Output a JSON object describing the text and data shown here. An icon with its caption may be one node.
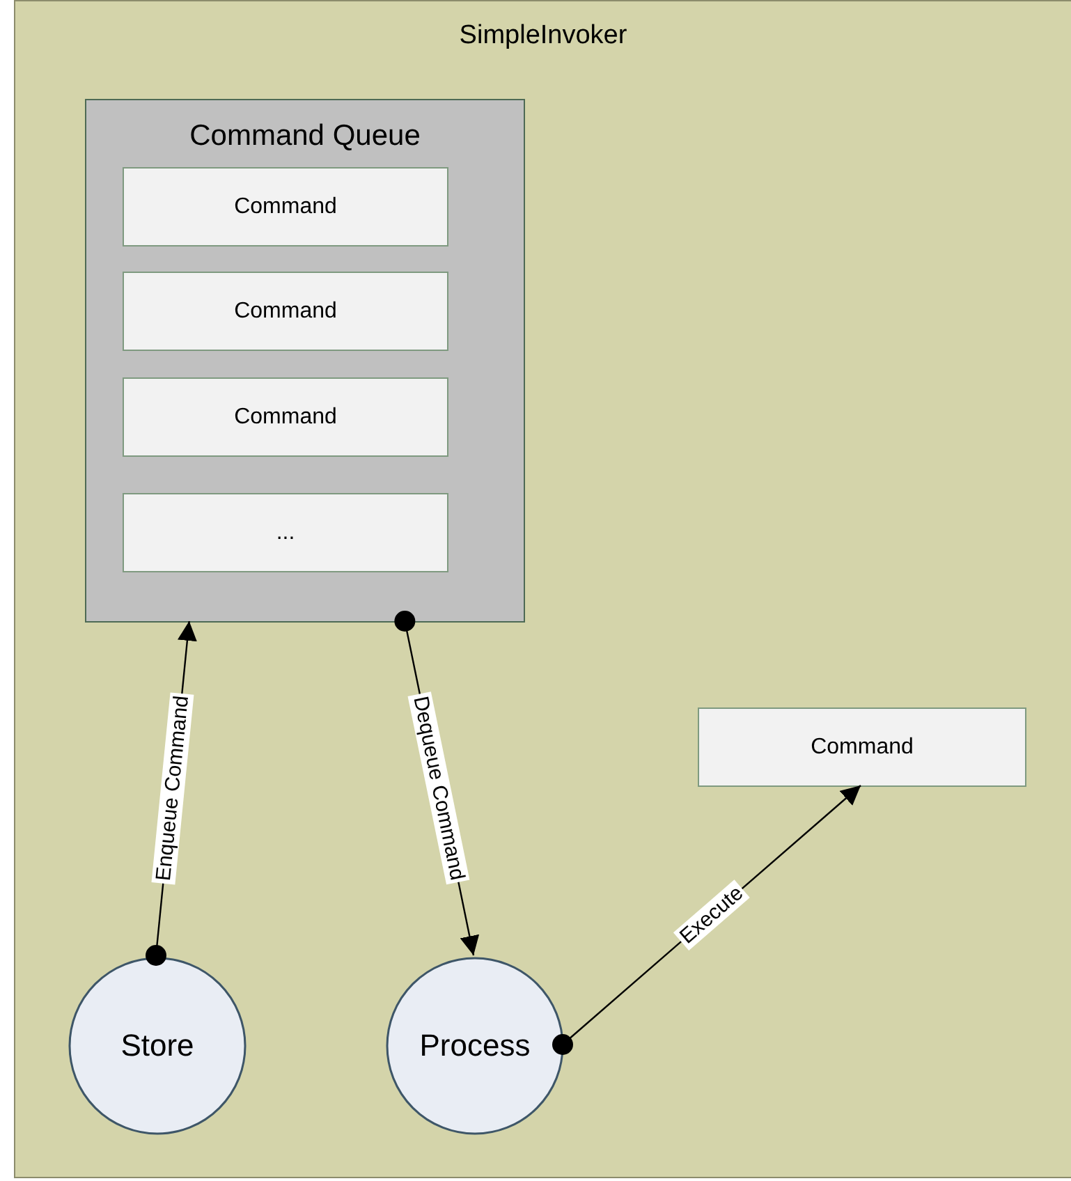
{
  "diagram": {
    "nodes": [
      {
        "text": [
          "SimpleInvoker"
        ]
      },
      {
        "text": [
          "Command Queue"
        ],
        "in": 0
      },
      {
        "text": [
          "Command"
        ],
        "in": 1
      },
      {
        "text": [
          "Command"
        ],
        "in": 1
      },
      {
        "text": [
          "Command"
        ],
        "in": 1
      },
      {
        "text": [
          "..."
        ],
        "in": 1
      },
      {
        "text": [
          "Store"
        ],
        "in": 0
      },
      {
        "text": [
          "Process"
        ],
        "in": 0
      },
      {
        "text": [
          "Command"
        ],
        "in": 0
      }
    ],
    "edges": [
      {
        "from": 6,
        "to": 1,
        "arrow": "to",
        "label": "Enqueue Command"
      },
      {
        "from": 1,
        "to": 7,
        "arrow": "to",
        "label": "Dequeue Command"
      },
      {
        "from": 7,
        "to": 8,
        "arrow": "to",
        "label": "Execute"
      }
    ]
  }
}
